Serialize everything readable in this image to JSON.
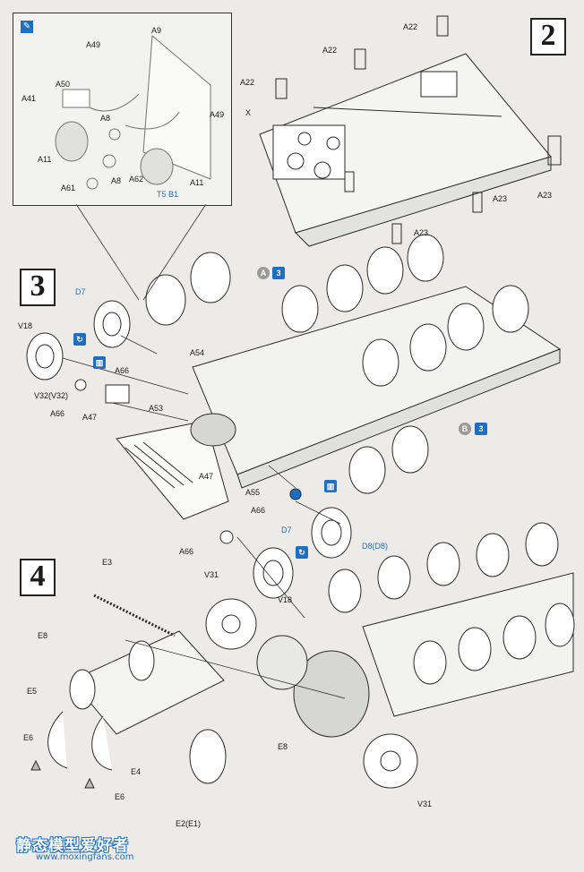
{
  "steps": {
    "step2": "2",
    "step3": "3",
    "step4": "4"
  },
  "inset": {
    "badge_label": "T5 B1",
    "labels": [
      "A49",
      "A9",
      "A50",
      "A41",
      "A49",
      "A8",
      "A11",
      "A61",
      "A8",
      "A62",
      "A11"
    ]
  },
  "step2_labels": [
    "A22",
    "A22",
    "A22",
    "X",
    "A23",
    "A23",
    "A23"
  ],
  "step3_labels": [
    "D7",
    "V18",
    "V32(V32)",
    "A66",
    "A54",
    "A66",
    "A47",
    "A53",
    "A47",
    "A55",
    "A66",
    "D7",
    "D8(D8)"
  ],
  "step3_markers": {
    "a": "A",
    "b": "B",
    "ref": "3"
  },
  "step4_labels": [
    "A66",
    "V31",
    "V18",
    "E3",
    "E8",
    "E5",
    "E6",
    "E4",
    "E6",
    "E2(E1)",
    "E8",
    "V31"
  ],
  "watermark": {
    "text": "静态模型爱好者",
    "url": "www.moxingfans.com"
  },
  "colors": {
    "accent": "#1e6fc2",
    "paper": "#ecebe8",
    "ink": "#1a1a1a"
  }
}
